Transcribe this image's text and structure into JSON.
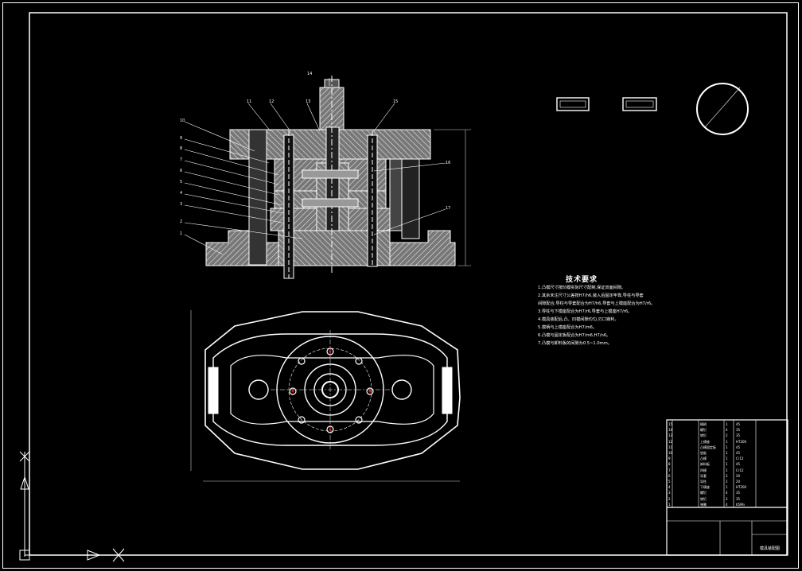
{
  "drawing": {
    "colors": {
      "background": "#000000",
      "line": "#ffffff",
      "hatch": "#ffffff",
      "part_fill": "#6a6a6a",
      "dim": "#cfcfcf",
      "red_marker": "#ff0000"
    },
    "tech_notes": {
      "title": "技术要求",
      "lines": [
        "1.凸模尺寸按凹模实际尺寸配制,保证双面间隙。",
        "2.其余未注尺寸公差按H7/h6,装入后固定牢靠,导柱与导套",
        "   间隙配合,导柱与导套配合为H7/h6,导套与上模座配合为H7/r6。",
        "3.导柱与下模座配合为H7/r6,导套与上模座H7/r6。",
        "4.模具装配后,凸、凹模间隙均匀,刃口锋利。",
        "5.模柄与上模座配合为H7/m6。",
        "6.凸模与固定板配合为H7/m6,H7/n6。",
        "7.凸模与卸料板的间隙为0.5~1.0mm。"
      ]
    },
    "balloons_left": [
      "10",
      "9",
      "8",
      "7",
      "6",
      "5",
      "4",
      "3",
      "2",
      "1"
    ],
    "balloons_top": [
      "11",
      "12",
      "13",
      "14",
      "15"
    ],
    "balloons_right": [
      "16",
      "17"
    ],
    "bom_rows": [
      [
        "15",
        "",
        "模柄",
        "1",
        "45"
      ],
      [
        "14",
        "",
        "螺钉",
        "4",
        "35"
      ],
      [
        "13",
        "",
        "销钉",
        "2",
        "35"
      ],
      [
        "12",
        "",
        "上模座",
        "1",
        "HT200"
      ],
      [
        "11",
        "",
        "凸模固定板",
        "1",
        "45"
      ],
      [
        "10",
        "",
        "垫板",
        "1",
        "45"
      ],
      [
        "9",
        "",
        "凸模",
        "1",
        "Cr12"
      ],
      [
        "8",
        "",
        "卸料板",
        "1",
        "45"
      ],
      [
        "7",
        "",
        "凹模",
        "1",
        "Cr12"
      ],
      [
        "6",
        "",
        "导套",
        "2",
        "20"
      ],
      [
        "5",
        "",
        "导柱",
        "2",
        "20"
      ],
      [
        "4",
        "",
        "下模座",
        "1",
        "HT200"
      ],
      [
        "3",
        "",
        "螺钉",
        "4",
        "35"
      ],
      [
        "2",
        "",
        "销钉",
        "2",
        "35"
      ],
      [
        "1",
        "",
        "弹簧",
        "4",
        "65Mn"
      ]
    ],
    "title_block": {
      "name": "模具装配图"
    }
  }
}
